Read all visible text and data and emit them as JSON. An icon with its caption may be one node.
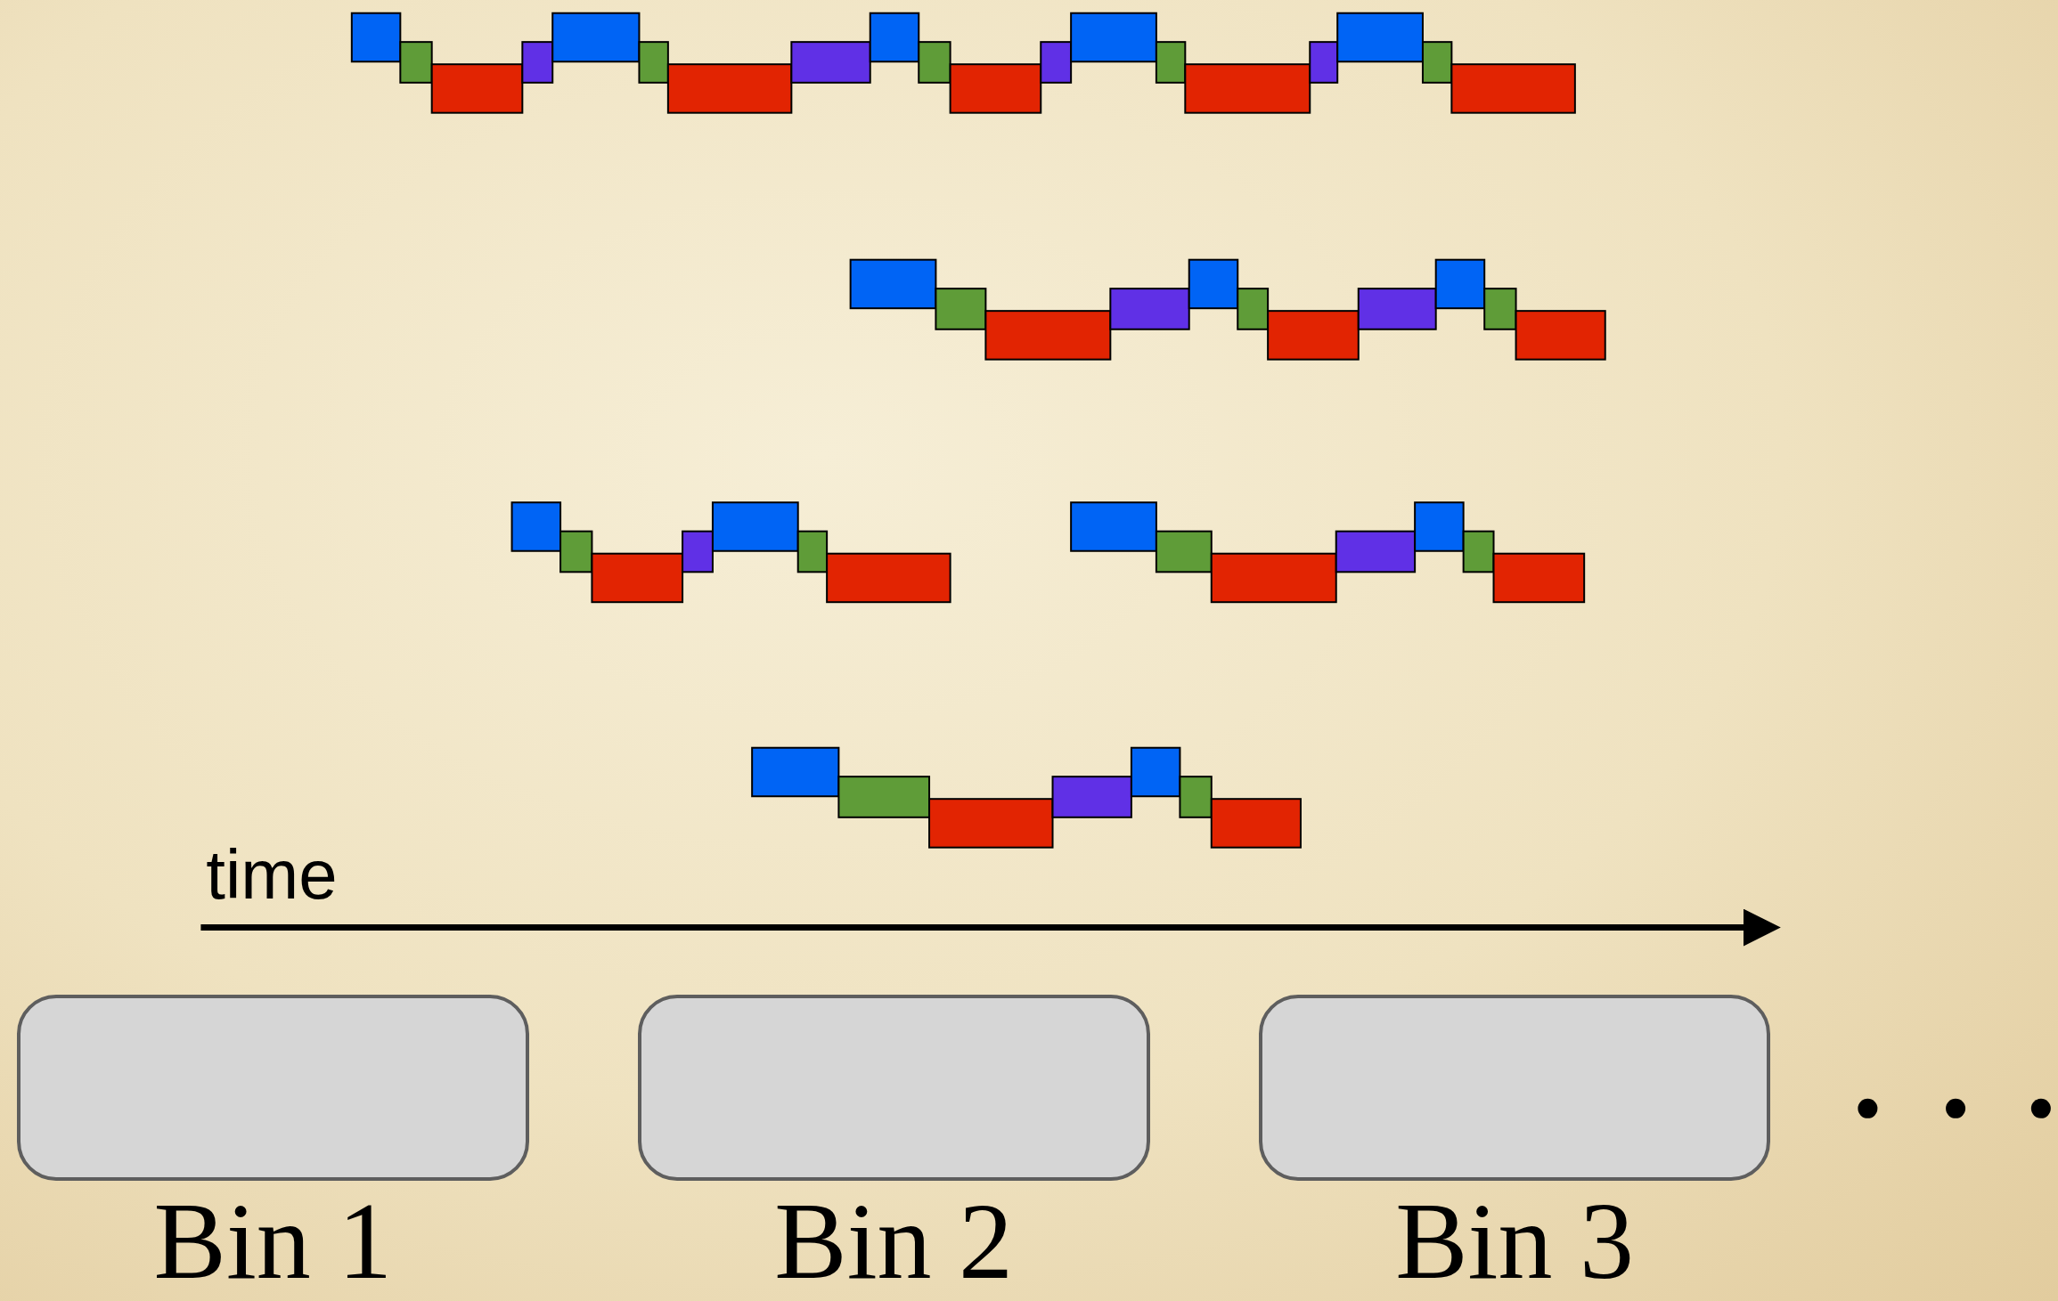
{
  "diagram": {
    "nodes": [
      {
        "text": [
          "Bin 1"
        ]
      },
      {
        "text": [
          "Bin 2"
        ]
      },
      {
        "text": [
          "Bin 3"
        ]
      }
    ],
    "labels": [
      "time"
    ]
  }
}
